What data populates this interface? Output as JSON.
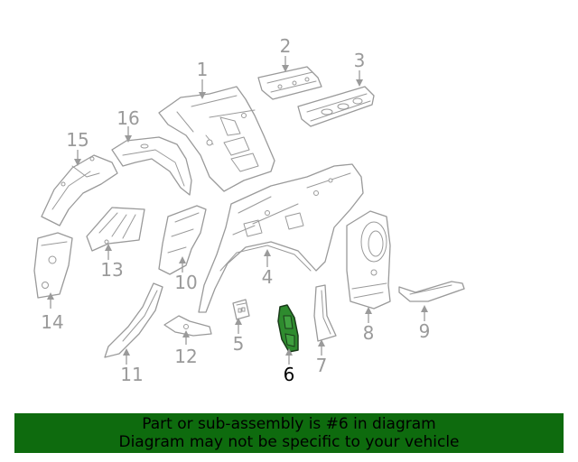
{
  "callouts": {
    "c1": "1",
    "c2": "2",
    "c3": "3",
    "c4": "4",
    "c5": "5",
    "c6": "6",
    "c7": "7",
    "c8": "8",
    "c9": "9",
    "c10": "10",
    "c11": "11",
    "c12": "12",
    "c13": "13",
    "c14": "14",
    "c15": "15",
    "c16": "16"
  },
  "highlighted_part": "6",
  "banner": {
    "line1": "Part or sub-assembly is #6 in diagram",
    "line2": "Diagram may not be specific to your vehicle"
  },
  "colors": {
    "banner_bg": "#0e6b0e",
    "highlight": "#2e8b2e",
    "line_gray": "#9a9a9a"
  }
}
